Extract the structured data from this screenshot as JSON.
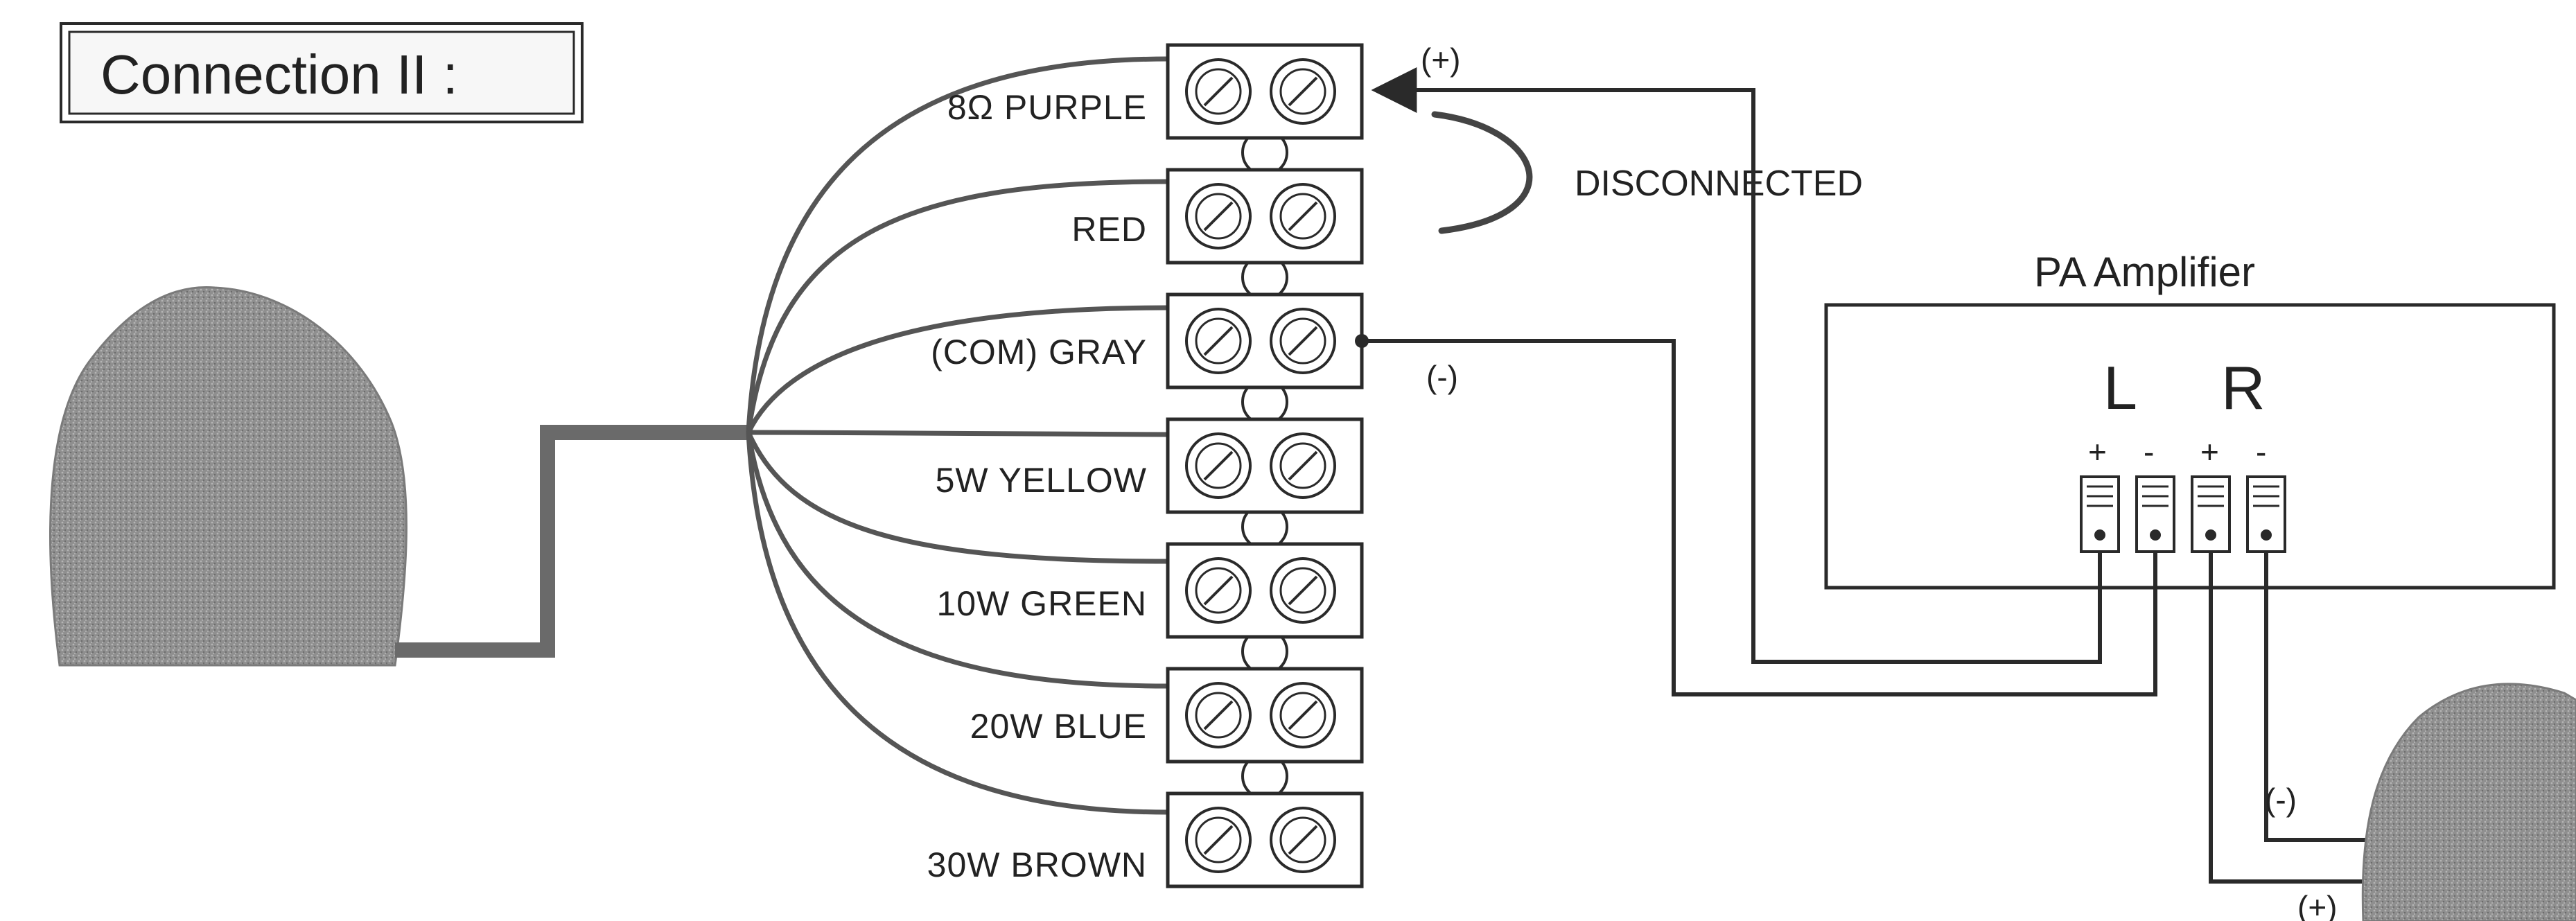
{
  "title": "Connection II :",
  "terminal_labels": [
    "8Ω  PURPLE",
    "RED",
    "(COM)  GRAY",
    "5W  YELLOW",
    "10W  GREEN",
    "20W  BLUE",
    "30W  BROWN"
  ],
  "disconnected_label": "DISCONNECTED",
  "amplifier": {
    "title": "PA  Amplifier",
    "left_channel": "L",
    "right_channel": "R",
    "terminal_polarities": [
      "+",
      "-",
      "+",
      "-"
    ]
  },
  "polarity_marks": {
    "purple_terminal": "(+)",
    "gray_terminal": "(-)",
    "right_speaker_negative": "(-)",
    "right_speaker_positive": "(+)"
  },
  "colors": {
    "line": "#2a2a2a",
    "speaker_fill": "#8e8e8e",
    "thick_cable": "#6a6a6a"
  }
}
